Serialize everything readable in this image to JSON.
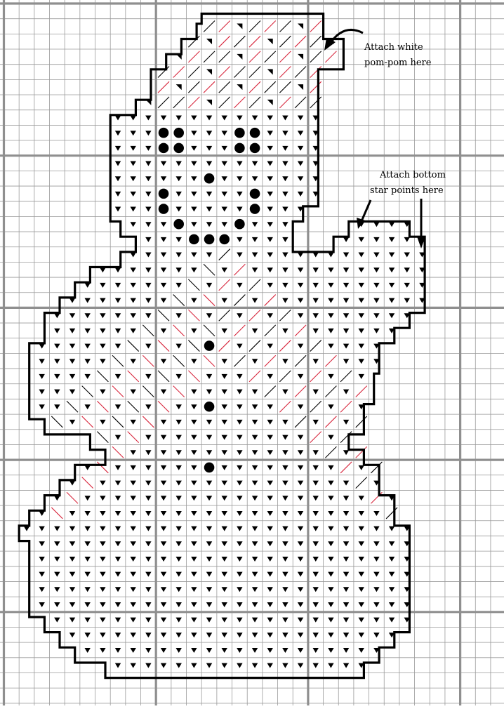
{
  "annotations": {
    "pompom_line1": "Attach white",
    "pompom_line2": "pom-pom here",
    "star_line1": "Attach bottom",
    "star_line2": "star points here"
  },
  "colors": {
    "background": "#ffffff",
    "fine_grid": "#9a9a9a",
    "major_grid": "#8f8f8f",
    "outline": "#000000",
    "stitch_black": "#000000",
    "stitch_red": "#d8283e"
  },
  "legend_symbols": {
    "triangle": "down-triangle-stitch",
    "corner": "corner-triangle-stitch",
    "dot": "french-knot",
    "red_slash": "red-diagonal-stitch",
    "black_slash": "black-diagonal-stitch"
  }
}
